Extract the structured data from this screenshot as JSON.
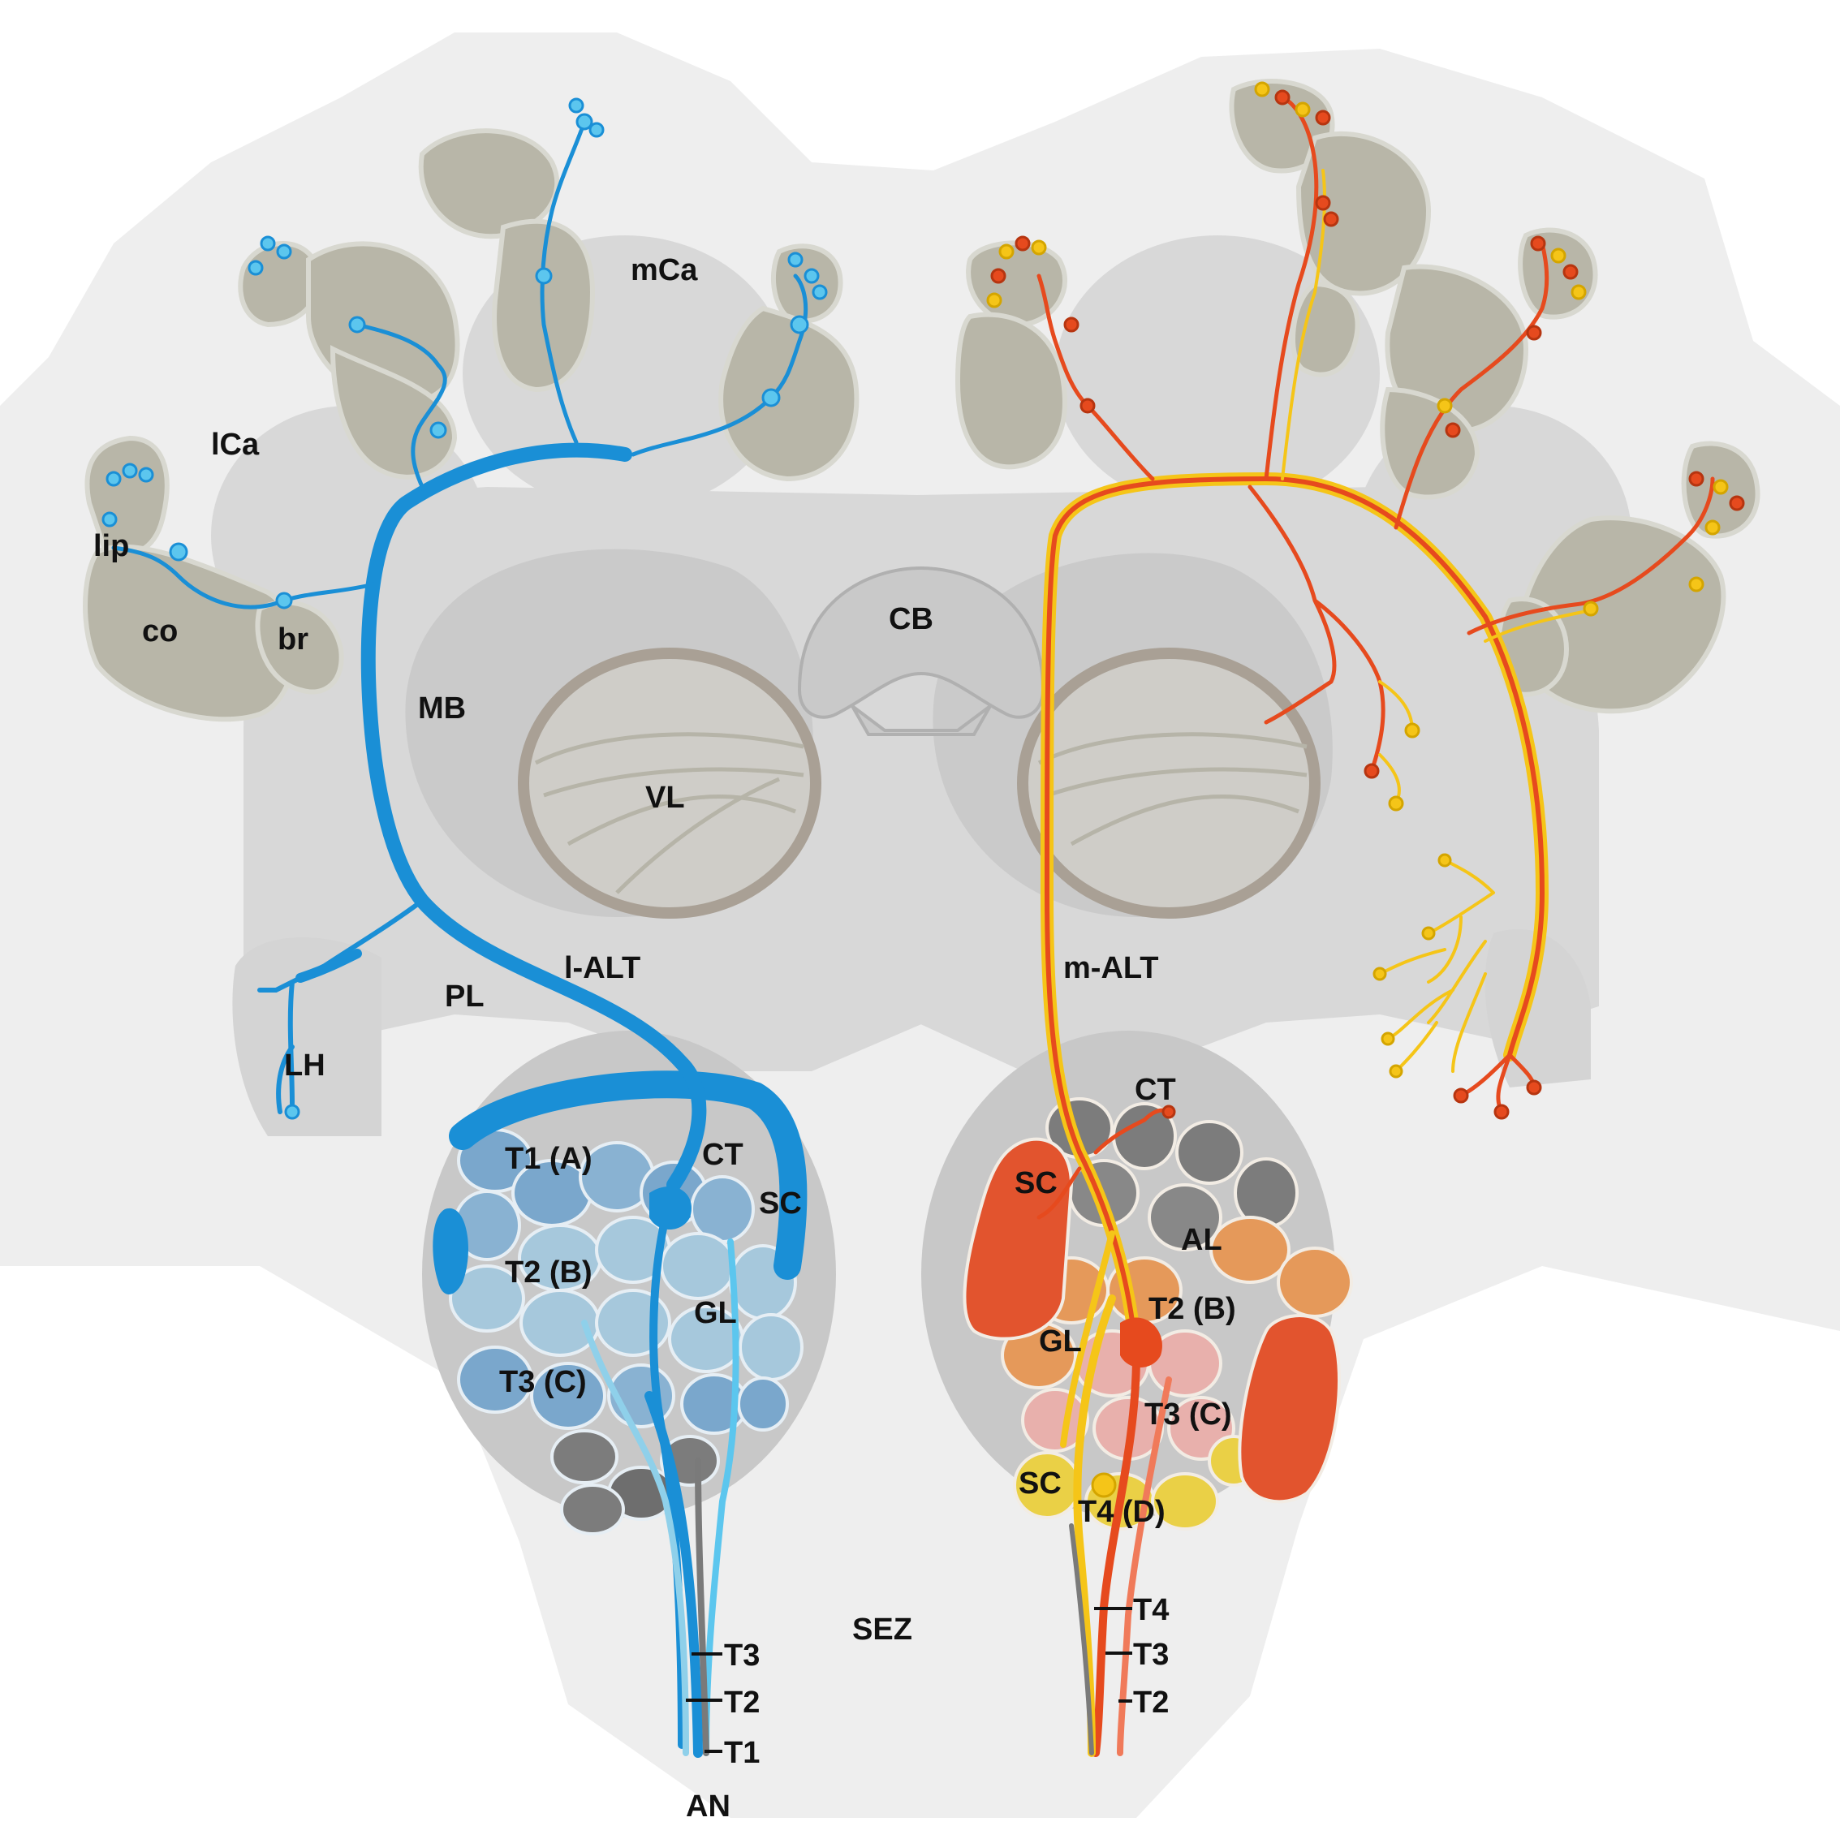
{
  "labels": {
    "lca": "lCa",
    "mca": "mCa",
    "lip": "lip",
    "co": "co",
    "br": "br",
    "mb": "MB",
    "cb": "CB",
    "vl": "VL",
    "pl": "PL",
    "lh": "LH",
    "l_alt": "l-ALT",
    "m_alt": "m-ALT",
    "ct_left": "CT",
    "ct_right": "CT",
    "sc_left": "SC",
    "sc_right_top": "SC",
    "sc_right_bottom": "SC",
    "t1a": "T1 (A)",
    "t2b_left": "T2 (B)",
    "t3c_left": "T3 (C)",
    "gl_left": "GL",
    "gl_right": "GL",
    "al": "AL",
    "t2b_right": "T2 (B)",
    "t3c_right": "T3 (C)",
    "t4d": "T4 (D)",
    "sez": "SEZ",
    "an": "AN",
    "tract_t3_left": "T3",
    "tract_t2_left": "T2",
    "tract_t1_left": "T1",
    "tract_t4_right": "T4",
    "tract_t3_right": "T3",
    "tract_t2_right": "T2"
  },
  "colors": {
    "brain_outer": "#eeeeee",
    "brain_mid": "#dcdcdc",
    "brain_inner": "#cfcfcf",
    "calyx_fill": "#b8b6a8",
    "calyx_stroke": "#d8d8d0",
    "left_neuron": "#1a8fd6",
    "left_neuron_light": "#5cc6ee",
    "right_neuron_red": "#e64a1e",
    "right_neuron_yellow": "#f5c518",
    "glom_blue": "#7aa7cc",
    "glom_lightblue": "#a6c8dc",
    "glom_gray": "#7c7c7c",
    "glom_orange": "#e5995a",
    "glom_pink": "#e8b0ac",
    "glom_red": "#e2542e",
    "glom_yellow": "#ead046"
  }
}
